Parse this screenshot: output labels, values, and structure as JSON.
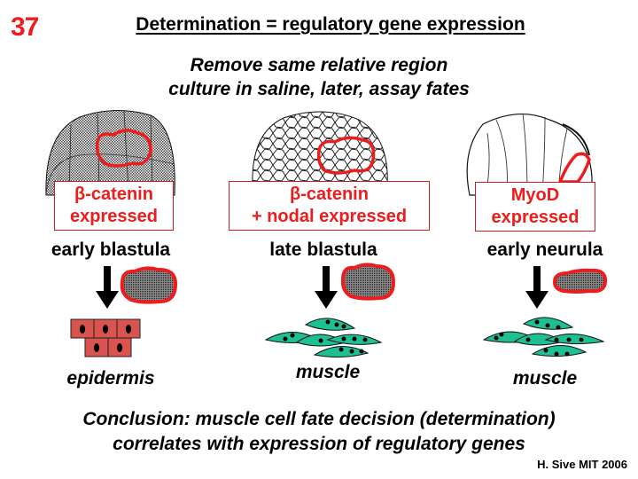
{
  "slide_number": "37",
  "title": "Determination = regulatory gene expression",
  "subtitle_lines": [
    "Remove same relative region",
    "culture in saline, later, assay fates"
  ],
  "columns": [
    {
      "stage": "early blastula",
      "expression_lines": [
        "β-catenin",
        "expressed"
      ],
      "fate": "epidermis",
      "embryo_icon": "early-blastula-embryo",
      "fate_icon": "epidermis-cells"
    },
    {
      "stage": "late blastula",
      "expression_lines": [
        "β-catenin",
        "+ nodal expressed"
      ],
      "fate": "muscle",
      "embryo_icon": "late-blastula-embryo",
      "fate_icon": "muscle-cells"
    },
    {
      "stage": "early neurula",
      "expression_lines": [
        "MyoD",
        "expressed"
      ],
      "fate": "muscle",
      "embryo_icon": "early-neurula-embryo",
      "fate_icon": "muscle-cells"
    }
  ],
  "conclusion_lines": [
    "Conclusion: muscle cell fate decision (determination)",
    "correlates with expression of regulatory genes"
  ],
  "credit": "H. Sive MIT 2006",
  "colors": {
    "accent_red": "#ee1c1c",
    "epidermis_cell": "#d9534f",
    "muscle_cell": "#1fbf94"
  }
}
